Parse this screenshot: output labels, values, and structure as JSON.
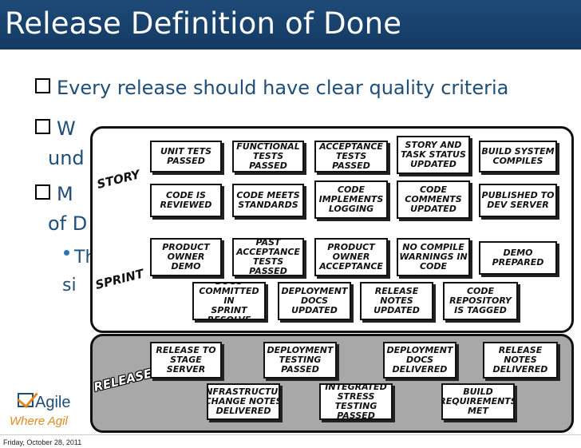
{
  "slide": {
    "title": "Release Definition of Done",
    "bullets": [
      {
        "text": "Every release should have clear quality criteria"
      },
      {
        "text": "W"
      },
      {
        "text": "und"
      },
      {
        "text": "M"
      },
      {
        "text": "of D"
      },
      {
        "text": "Th"
      },
      {
        "text": "si"
      }
    ],
    "lanes": {
      "story": "STORY",
      "sprint": "SPRINT",
      "release": "RELEASE"
    },
    "notes": {
      "n1": "Unit Tets\nPassed",
      "n2": "Functional\nTests Passed",
      "n3": "Acceptance\nTests Passed",
      "n4": "Story and\nTask Status\nUpdated",
      "n5": "Build System\nCompiles",
      "n6": "Code is\nReviewed",
      "n7": "Code Meets\nStandards",
      "n8": "Code\nImplements\nLogging",
      "n9": "Code\nComments\nUpdated",
      "n10": "Published to\nDev Server",
      "n11": "Product\nOwner\nDemo",
      "n12": "Past\nAcceptance\nTests Passed",
      "n13": "Product\nOwner\nAcceptance",
      "n14": "No Compile\nWarnings in\nCode",
      "n15": "Demo\nPrepared",
      "n16": "Bugs\nCommitted in\nSprint Resolve",
      "n17": "Deployment\nDocs\nUpdated",
      "n18": "Release\nNotes\nUpdated",
      "n19": "Code\nRepository\nis Tagged",
      "n20": "Release to\nStage\nServer",
      "n21": "Deployment\nTesting\nPassed",
      "n22": "Deployment\nDocs\nDelivered",
      "n23": "Release\nNotes\nDelivered",
      "n24": "Infrastructur\nChange Notes\nDelivered",
      "n25": "Integrated\nStress Testing\nPassed",
      "n26": "Build\nRequirements\nMet"
    },
    "logo": {
      "name": "Agile",
      "tagline": "Where Agil"
    },
    "footer_date": "Friday, October 28, 2011",
    "colors": {
      "title_bar": "#1f4a78",
      "bullet_text": "#1f4e79",
      "release_pane": "#a8a8a8"
    }
  }
}
